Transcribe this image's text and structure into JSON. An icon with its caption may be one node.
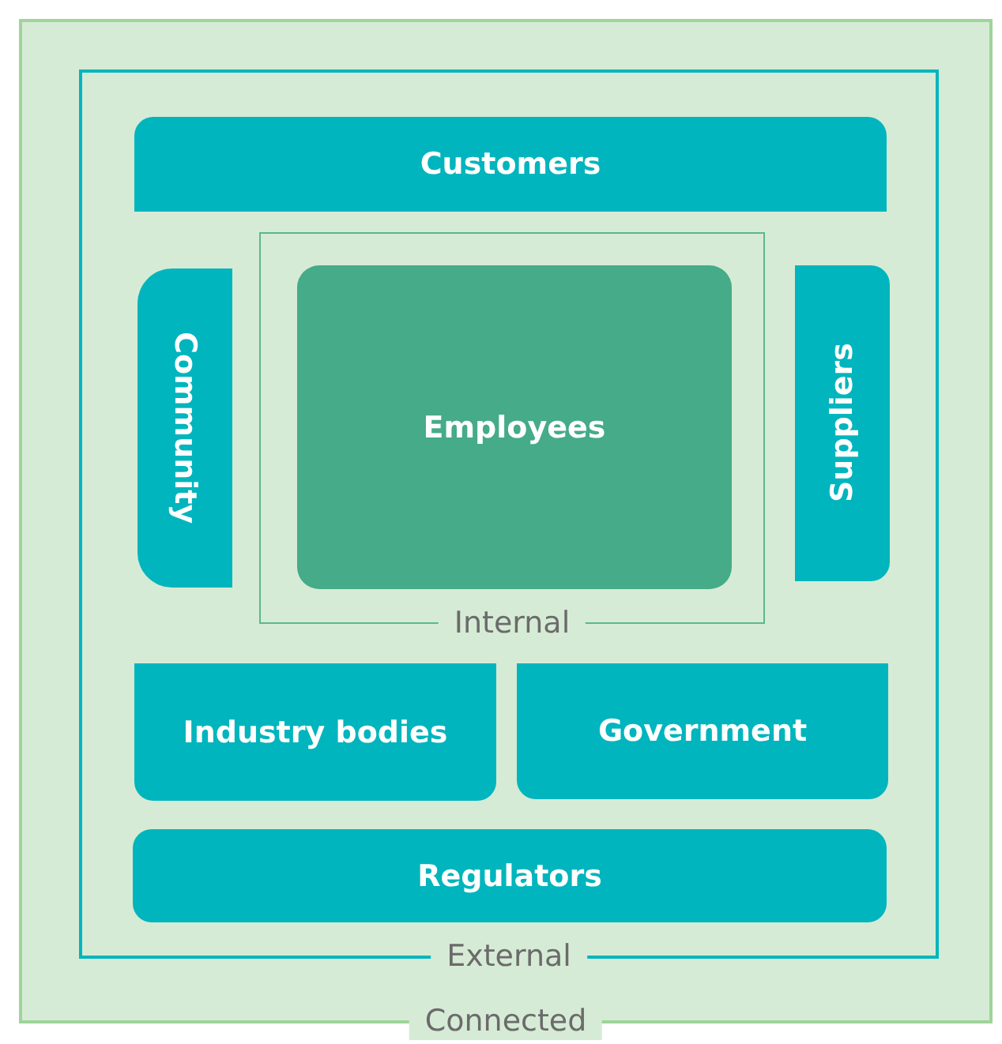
{
  "diagram": {
    "nodes": [
      {
        "text": [
          "Connected"
        ]
      },
      {
        "text": [
          "External"
        ],
        "in": 0
      },
      {
        "text": [
          "Customers"
        ],
        "in": 1
      },
      {
        "text": [
          "Community"
        ],
        "in": 1
      },
      {
        "text": [
          "Internal"
        ],
        "in": 1
      },
      {
        "text": [
          "Employees"
        ],
        "in": 4
      },
      {
        "text": [
          "Suppliers"
        ],
        "in": 1
      },
      {
        "text": [
          "Industry bodies"
        ],
        "in": 1
      },
      {
        "text": [
          "Government"
        ],
        "in": 1
      },
      {
        "text": [
          "Regulators"
        ],
        "in": 1
      }
    ]
  }
}
